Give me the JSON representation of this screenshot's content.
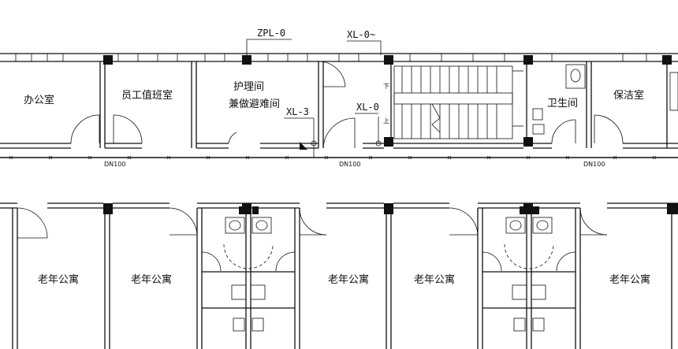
{
  "rooms_top": {
    "office": "办公室",
    "staff_duty": "员工值班室",
    "nursing_line1": "护理间",
    "nursing_line2": "兼做避难间",
    "toilet": "卫生间",
    "cleaning": "保洁室"
  },
  "rooms_bottom": {
    "apt1": "老年公寓",
    "apt2": "老年公寓",
    "apt3": "老年公寓",
    "apt4": "老年公寓",
    "apt5": "老年公寓"
  },
  "pipe_tags": {
    "zpl": "ZPL-0",
    "xl0_top": "XL-0~",
    "xl3": "XL-3",
    "xl0": "XL-0"
  },
  "pipe_size_labels": {
    "a": "DN100",
    "b": "DN100",
    "c": "DN100"
  },
  "stair_marks": {
    "down": "下",
    "up": "上"
  }
}
